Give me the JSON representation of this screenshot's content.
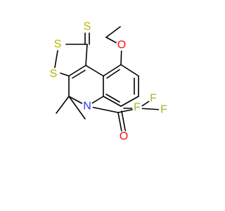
{
  "atom_labels": {
    "ether_oxygen": "O",
    "thione_sulfur": "S",
    "ring_sulfur_upper": "S",
    "ring_sulfur_lower": "S",
    "ring_nitrogen": "N",
    "fluorine_left": "F",
    "fluorine_upper": "F",
    "fluorine_right": "F",
    "carbonyl_oxygen": "O"
  },
  "colors": {
    "bond": "#000000",
    "oxygen": "#ff0d0d",
    "sulfur": "#b5b500",
    "nitrogen": "#2a37e8",
    "fluorine": "#90c030"
  }
}
